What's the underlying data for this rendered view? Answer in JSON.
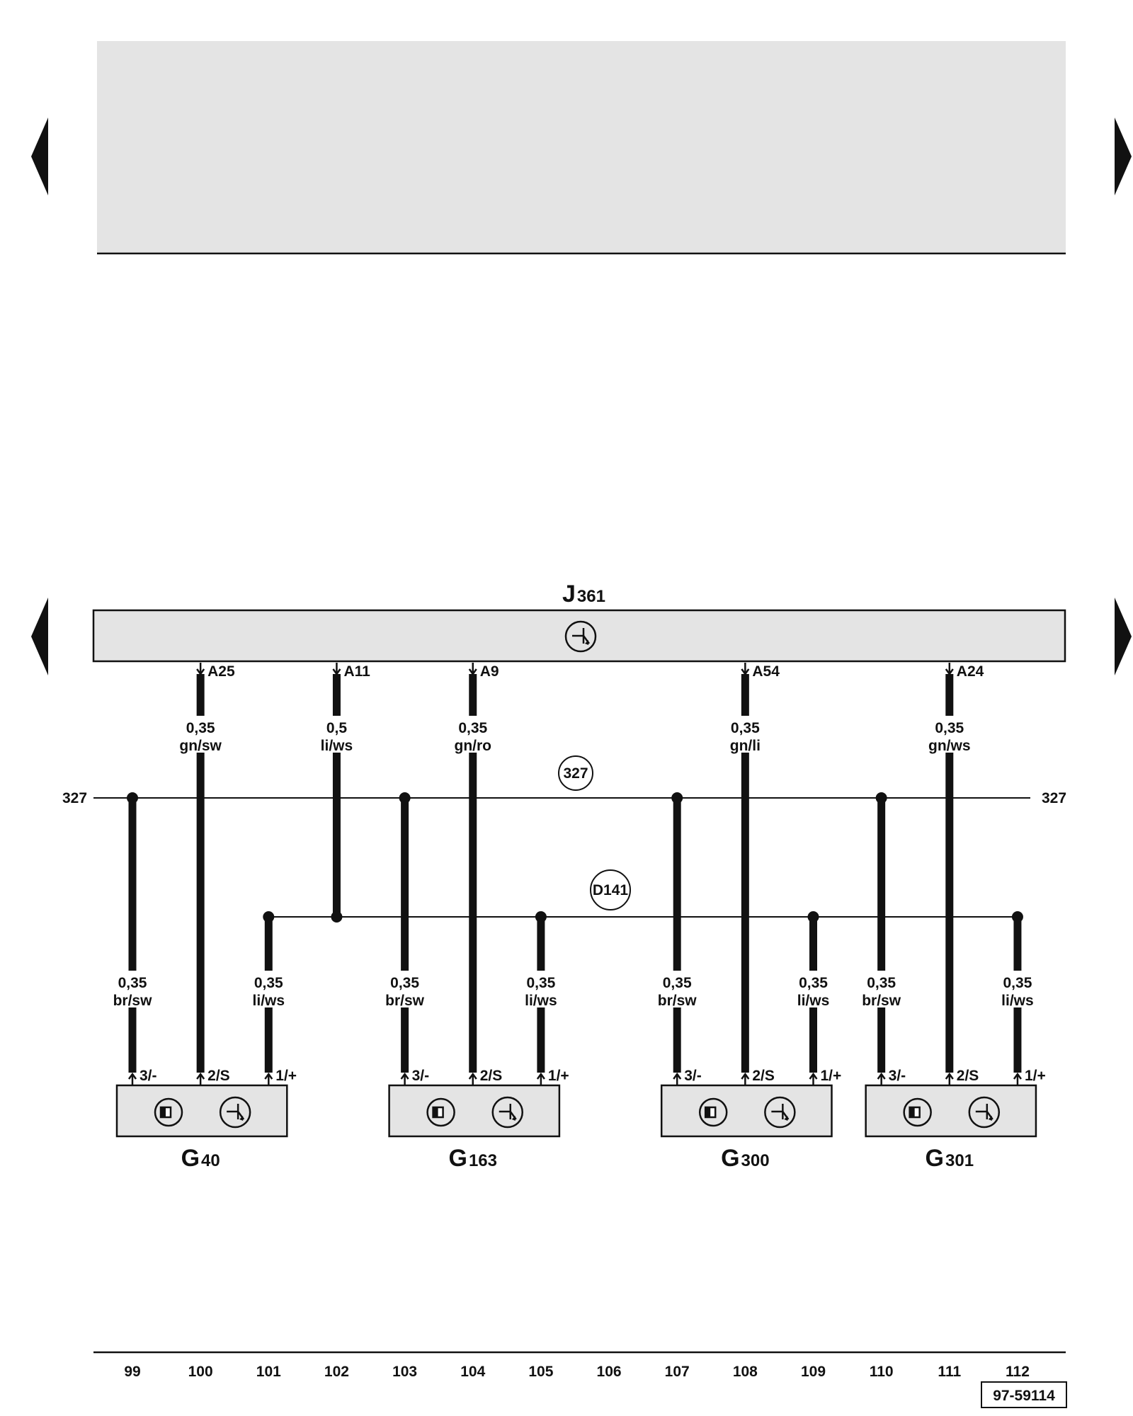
{
  "module": {
    "name": "J",
    "number": "361"
  },
  "bus_ground": {
    "label": "327",
    "circle_label": "327"
  },
  "bus_supply": {
    "circle_label": "D141"
  },
  "module_wires": [
    {
      "pin": "A25",
      "size": "0,35",
      "color": "gn/sw"
    },
    {
      "pin": "A11",
      "size": "0,5",
      "color": "li/ws"
    },
    {
      "pin": "A9",
      "size": "0,35",
      "color": "gn/ro"
    },
    {
      "pin": "A54",
      "size": "0,35",
      "color": "gn/li"
    },
    {
      "pin": "A24",
      "size": "0,35",
      "color": "gn/ws"
    }
  ],
  "sensors": [
    {
      "name": "G",
      "number": "40",
      "pins": [
        "3/-",
        "2/S",
        "1/+"
      ],
      "wires": [
        {
          "size": "0,35",
          "color": "br/sw"
        },
        {
          "size": "0,35",
          "color": "li/ws"
        }
      ]
    },
    {
      "name": "G",
      "number": "163",
      "pins": [
        "3/-",
        "2/S",
        "1/+"
      ],
      "wires": [
        {
          "size": "0,35",
          "color": "br/sw"
        },
        {
          "size": "0,35",
          "color": "li/ws"
        }
      ]
    },
    {
      "name": "G",
      "number": "300",
      "pins": [
        "3/-",
        "2/S",
        "1/+"
      ],
      "wires": [
        {
          "size": "0,35",
          "color": "br/sw"
        },
        {
          "size": "0,35",
          "color": "li/ws"
        }
      ]
    },
    {
      "name": "G",
      "number": "301",
      "pins": [
        "3/-",
        "2/S",
        "1/+"
      ],
      "wires": [
        {
          "size": "0,35",
          "color": "br/sw"
        },
        {
          "size": "0,35",
          "color": "li/ws"
        }
      ]
    }
  ],
  "tracks": [
    "99",
    "100",
    "101",
    "102",
    "103",
    "104",
    "105",
    "106",
    "107",
    "108",
    "109",
    "110",
    "111",
    "112"
  ],
  "figure_id": "97-59114",
  "colors": {
    "panel_fill": "#e4e4e4",
    "line": "#111111"
  },
  "icons": {
    "nav_prev": "triangle-left-icon",
    "nav_next": "triangle-right-icon",
    "transistor": "transistor-symbol-icon",
    "hall_sensor": "hall-sensor-icon"
  }
}
